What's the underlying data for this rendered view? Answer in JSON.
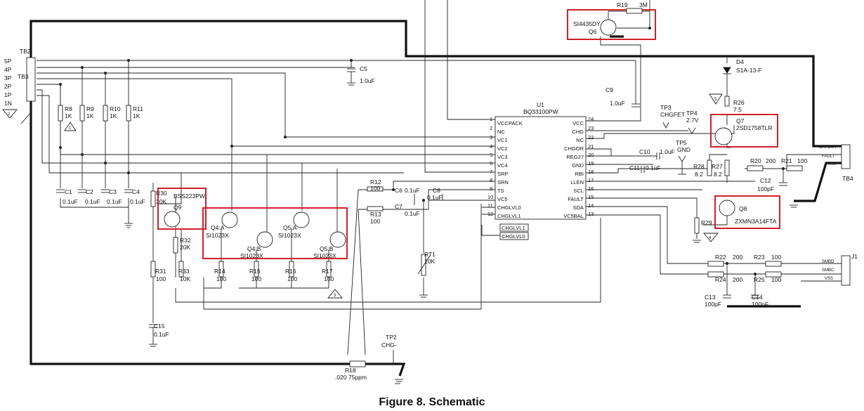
{
  "caption": "Figure 8. Schematic",
  "notes": {
    "n1": "1",
    "n2": "2",
    "n3": "3",
    "n4": "4",
    "n5": "5"
  },
  "connectors": {
    "tb2": "TB2",
    "tb3": "TB3",
    "pins": [
      "5P",
      "4P",
      "3P",
      "2P",
      "1P",
      "1N"
    ],
    "tb4": "TB4",
    "tb4_pins": [
      "CAPOUT",
      "FAULT",
      "VSS"
    ],
    "j1": "J1",
    "j1_pins": [
      "SMBD",
      "SMBC",
      "VSS"
    ]
  },
  "nets": {
    "chglvl1": "CHGLVL1",
    "chglvl0": "CHGLVL0"
  },
  "parts": {
    "r8": {
      "ref": "R8",
      "val": "1K"
    },
    "r9": {
      "ref": "R9",
      "val": "1K"
    },
    "r10": {
      "ref": "R10",
      "val": "1K"
    },
    "r11": {
      "ref": "R11",
      "val": "1K"
    },
    "c1": {
      "ref": "C1",
      "val": "0.1uF"
    },
    "c2": {
      "ref": "C2",
      "val": "0.1uF"
    },
    "c3": {
      "ref": "C3",
      "val": "0.1uF"
    },
    "c4": {
      "ref": "C4",
      "val": "0.1uF"
    },
    "c5": {
      "ref": "C5",
      "val": "1.0uF"
    },
    "r30": {
      "ref": "R30",
      "val": "20K"
    },
    "q9": {
      "ref": "Q9",
      "part": "BSS223PW"
    },
    "r32": {
      "ref": "R32",
      "val": "20K"
    },
    "r31": {
      "ref": "R31",
      "val": "100"
    },
    "r33": {
      "ref": "R33",
      "val": "10K"
    },
    "c15": {
      "ref": "C15",
      "val": "0.1uF"
    },
    "q4a": {
      "ref": "Q4:A",
      "part": "SI1023X"
    },
    "q4b": {
      "ref": "Q4:B",
      "part": "SI1023X"
    },
    "q5a": {
      "ref": "Q5:A",
      "part": "SI1023X"
    },
    "q5b": {
      "ref": "Q5:B",
      "part": "SI1023X"
    },
    "r14": {
      "ref": "R14",
      "val": "100"
    },
    "r15": {
      "ref": "R15",
      "val": "100"
    },
    "r16": {
      "ref": "R16",
      "val": "100"
    },
    "r17": {
      "ref": "R17",
      "val": "100"
    },
    "r12": {
      "ref": "R12",
      "val": "100"
    },
    "r13": {
      "ref": "R13",
      "val": "100"
    },
    "c6": {
      "ref": "C6",
      "val": "0.1uF"
    },
    "c7": {
      "ref": "C7",
      "val": "0.1uF"
    },
    "c8": {
      "ref": "C8",
      "val": "0.1uF"
    },
    "rt1": {
      "ref": "RT1",
      "val": "10K"
    },
    "r18": {
      "ref": "R18",
      "val": ".020 75ppm"
    },
    "tp2": {
      "ref": "TP2",
      "net": "CHG-"
    },
    "u1": {
      "ref": "U1",
      "part": "BQ33100PW"
    },
    "c9": {
      "ref": "C9",
      "val": "1.0uF"
    },
    "q6": {
      "ref": "Q6",
      "part": "SI4435DY"
    },
    "r19": {
      "ref": "R19",
      "val": "3M"
    },
    "tp3": {
      "ref": "TP3",
      "net": "CHGFET"
    },
    "tp4": {
      "ref": "TP4",
      "net": "2.7V"
    },
    "tp5": {
      "ref": "TP5",
      "net": "GND"
    },
    "c10": {
      "ref": "C10",
      "val": "1.0uF"
    },
    "c11": {
      "ref": "C11",
      "val": "0.1uF"
    },
    "r28": {
      "ref": "R28",
      "val": "8.2"
    },
    "r27": {
      "ref": "R27",
      "val": "8.2"
    },
    "d4": {
      "ref": "D4",
      "part": "S1A-13-F"
    },
    "r26": {
      "ref": "R26",
      "val": "7.5"
    },
    "q7": {
      "ref": "Q7",
      "part": "2SD1758TLR"
    },
    "r20": {
      "ref": "R20",
      "val": "200"
    },
    "r21": {
      "ref": "R21",
      "val": "100"
    },
    "c12": {
      "ref": "C12",
      "val": "100pF"
    },
    "q8": {
      "ref": "Q8",
      "part": "ZXMN3A14FTA"
    },
    "r29": {
      "ref": "R29"
    },
    "r22": {
      "ref": "R22",
      "val": "200"
    },
    "r23": {
      "ref": "R23",
      "val": "100"
    },
    "r24": {
      "ref": "R24",
      "val": "200"
    },
    "r25": {
      "ref": "R25",
      "val": "100"
    },
    "c13": {
      "ref": "C13",
      "val": "100pF"
    },
    "c14": {
      "ref": "C14",
      "val": "100pF"
    }
  },
  "u1_pins": {
    "left": [
      {
        "num": "1",
        "name": "VCCPACK"
      },
      {
        "num": "2",
        "name": "NC"
      },
      {
        "num": "3",
        "name": "VC1"
      },
      {
        "num": "4",
        "name": "VC2"
      },
      {
        "num": "5",
        "name": "VC3"
      },
      {
        "num": "6",
        "name": "VC4"
      },
      {
        "num": "7",
        "name": "SRP"
      },
      {
        "num": "8",
        "name": "SRN"
      },
      {
        "num": "9",
        "name": "TS"
      },
      {
        "num": "10",
        "name": "VC5"
      },
      {
        "num": "11",
        "name": "CHGLVL0"
      },
      {
        "num": "12",
        "name": "CHGLVL1"
      }
    ],
    "right": [
      {
        "num": "24",
        "name": "VCC"
      },
      {
        "num": "23",
        "name": "CHG"
      },
      {
        "num": "22",
        "name": "NC"
      },
      {
        "num": "21",
        "name": "CHGOR"
      },
      {
        "num": "20",
        "name": "REG27"
      },
      {
        "num": "19",
        "name": "GND"
      },
      {
        "num": "18",
        "name": "RBI"
      },
      {
        "num": "17",
        "name": "LLEN"
      },
      {
        "num": "16",
        "name": "SCL"
      },
      {
        "num": "15",
        "name": "FAULT"
      },
      {
        "num": "14",
        "name": "SDA"
      },
      {
        "num": "13",
        "name": "VC5BAL"
      }
    ]
  }
}
